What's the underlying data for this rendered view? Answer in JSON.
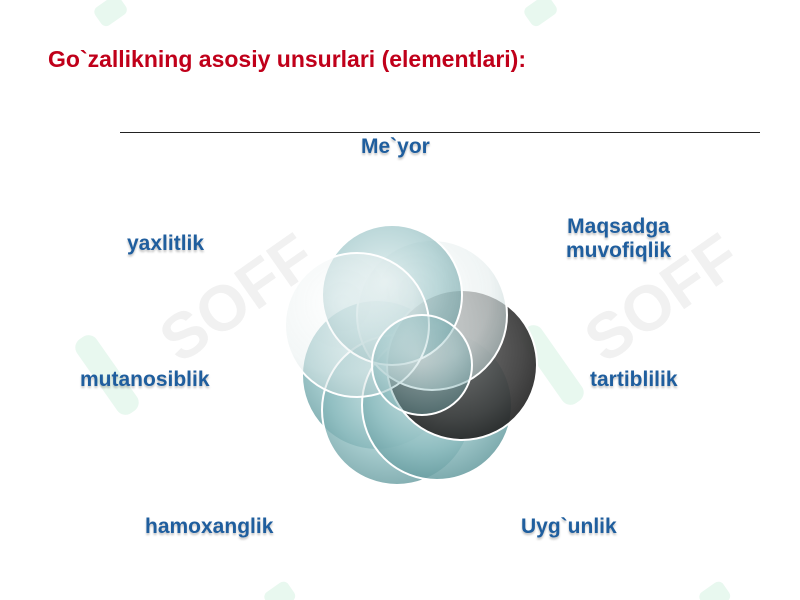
{
  "title": "Go`zallikning asosiy unsurlari (elementlari):",
  "elements": [
    {
      "label_lines": [
        "Me`yor"
      ]
    },
    {
      "label_lines": [
        "Maqsadga",
        "muvofiqlik"
      ]
    },
    {
      "label_lines": [
        "tartiblilik"
      ]
    },
    {
      "label_lines": [
        "Uyg`unlik"
      ]
    },
    {
      "label_lines": [
        "hamoxanglik"
      ]
    },
    {
      "label_lines": [
        "mutanosiblik"
      ]
    },
    {
      "label_lines": [
        "yaxlitlik"
      ]
    }
  ],
  "watermark": "SOFF",
  "colors": {
    "title": "#c0001a",
    "label": "#1f5e9e",
    "petal_teal": "#7fb3b7",
    "petal_dark": "#3a3a3a",
    "watermark_green": "#3fbf7a"
  }
}
